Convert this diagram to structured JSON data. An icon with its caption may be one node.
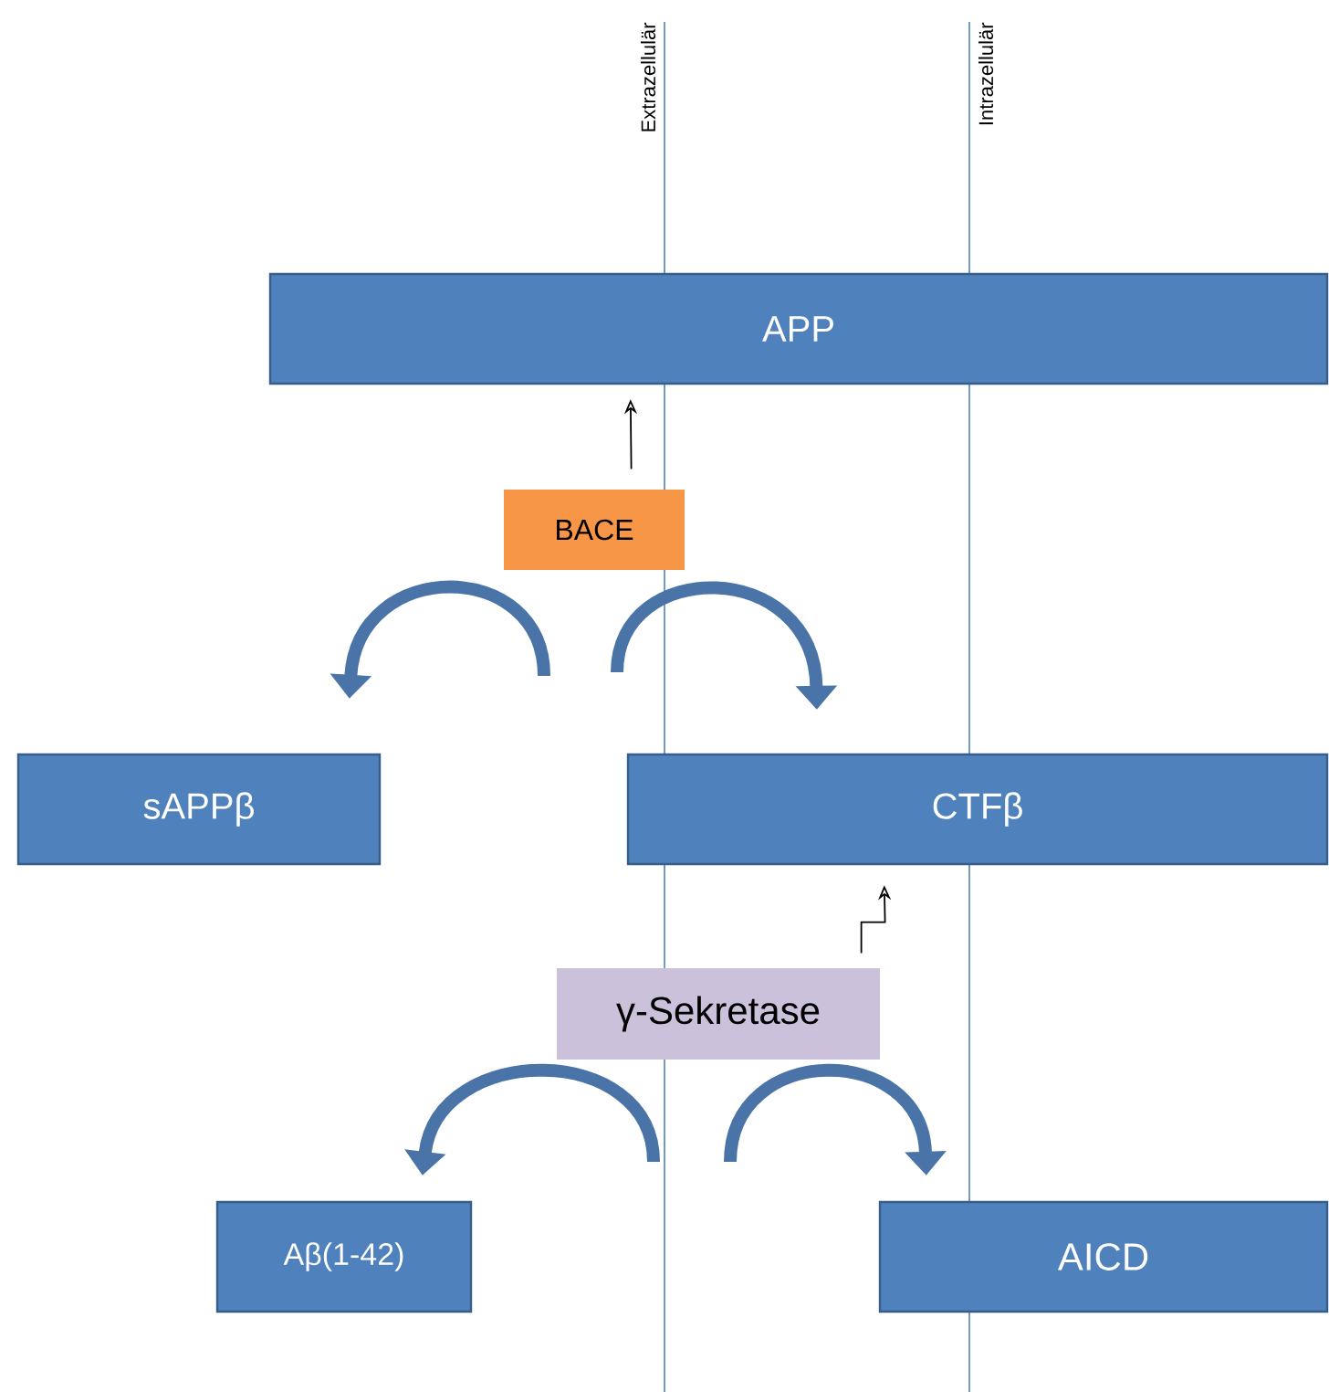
{
  "diagram": {
    "nodes": [
      {
        "text": [
          "APP"
        ]
      },
      {
        "text": [
          "BACE"
        ]
      },
      {
        "text": [
          "sAPPβ"
        ]
      },
      {
        "text": [
          "CTFβ"
        ]
      },
      {
        "text": [
          "γ-Sekretase"
        ]
      },
      {
        "text": [
          "Aβ(1-42)"
        ]
      },
      {
        "text": [
          "AICD"
        ]
      }
    ],
    "edges": [
      {
        "from": 1,
        "to": 0,
        "arrow": "to",
        "color": "#000000"
      },
      {
        "from": null,
        "to": 2,
        "arrow": "to"
      },
      {
        "from": null,
        "to": 3,
        "arrow": "to"
      },
      {
        "from": 4,
        "to": 3,
        "arrow": "to",
        "color": "#000000"
      },
      {
        "from": null,
        "to": 5,
        "arrow": "to"
      },
      {
        "from": null,
        "to": 6,
        "arrow": "to"
      }
    ],
    "labels": [
      "Extrazellulär",
      "Intrazellulär"
    ]
  }
}
